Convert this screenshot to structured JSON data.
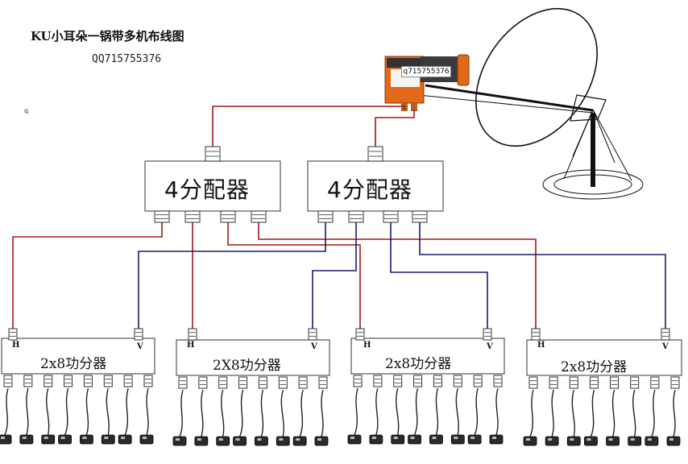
{
  "title": "KU小耳朵一锅带多机布线图",
  "qq": "QQ715755376",
  "corner_mark": "q",
  "lnb": {
    "tag": "q715755376"
  },
  "splitters": [
    {
      "label": "4分配器"
    },
    {
      "label": "4分配器"
    }
  ],
  "amplifiers": [
    {
      "label": "2x8功分器",
      "h": "H",
      "v": "V"
    },
    {
      "label": "2X8功分器",
      "h": "H",
      "v": "V"
    },
    {
      "label": "2x8功分器",
      "h": "H",
      "v": "V"
    },
    {
      "label": "2x8功分器",
      "h": "H",
      "v": "V"
    }
  ],
  "colors": {
    "h_line": "#a01818",
    "v_line": "#1a1a6e",
    "lnb_orange": "#e06a1a",
    "box_border": "#555555"
  }
}
